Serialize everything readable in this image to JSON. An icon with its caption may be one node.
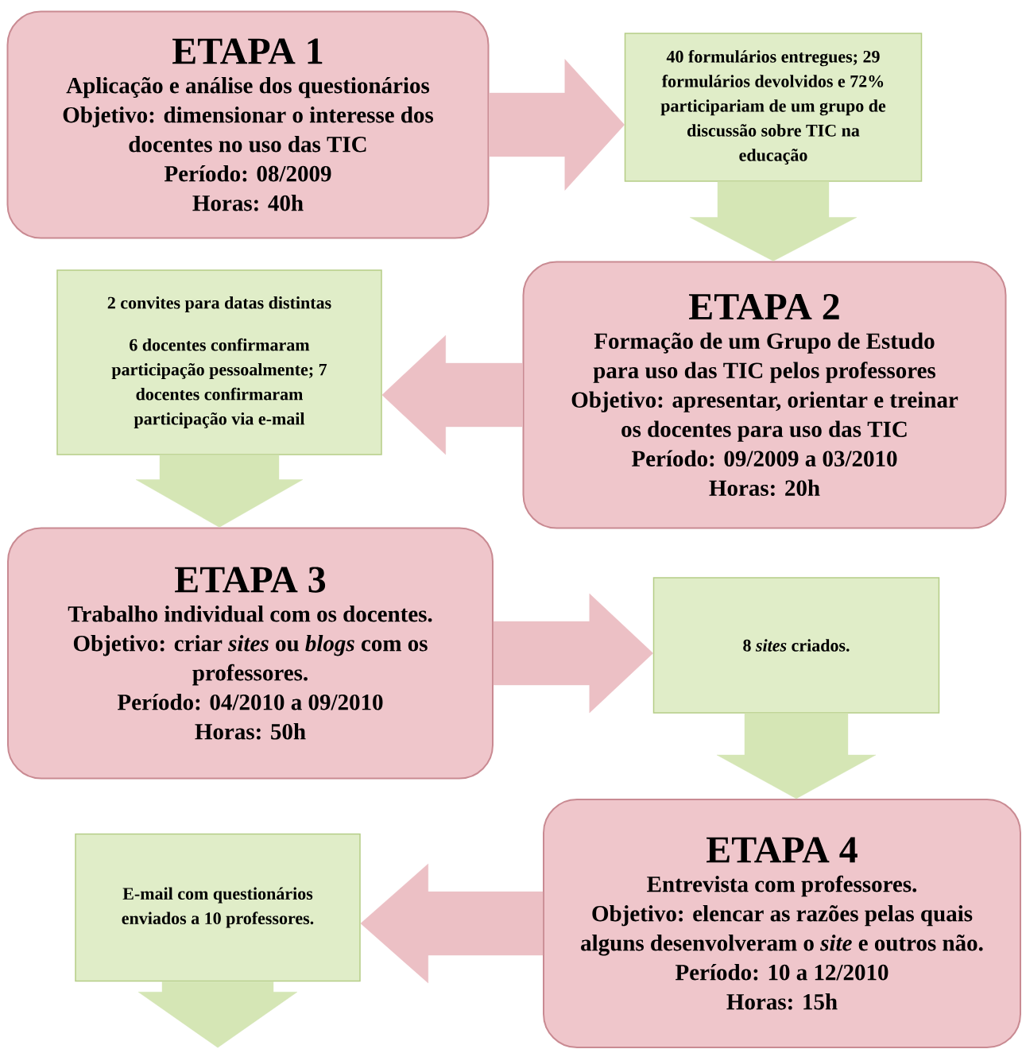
{
  "diagram": {
    "nodes": [
      {
        "text": [
          "ETAPA 1",
          "Aplicação e análise dos questionários",
          "Objetivo: dimensionar o interesse dos docentes no uso das TIC",
          "Período: 08/2009",
          "Horas: 40h"
        ]
      },
      {
        "text": [
          "40 formulários entregues; 29 formulários devolvidos e 72% participariam de um grupo de discussão sobre TIC na educação"
        ]
      },
      {
        "text": [
          "ETAPA 2",
          "Formação de um Grupo de Estudo para uso das TIC pelos professores",
          "Objetivo: apresentar, orientar e treinar os docentes para uso das TIC",
          "Período: 09/2009 a 03/2010",
          "Horas: 20h"
        ]
      },
      {
        "text": [
          "2 convites para datas distintas",
          "6 docentes confirmaram participação pessoalmente; 7 docentes confirmaram participação via e-mail"
        ]
      },
      {
        "text": [
          "ETAPA 3",
          "Trabalho individual com os docentes.",
          "Objetivo: criar *sites* ou *blogs* com os professores.",
          "Período:  04/2010 a 09/2010",
          "Horas: 50h"
        ]
      },
      {
        "text": [
          "8 *sites* criados."
        ]
      },
      {
        "text": [
          "ETAPA 4",
          "Entrevista com professores.",
          "Objetivo: elencar as razões pelas quais alguns desenvolveram o *site* e outros não.",
          "Período: 10 a 12/2010",
          "Horas: 15h"
        ]
      },
      {
        "text": [
          "E-mail com questionários enviados a 10 professores."
        ]
      }
    ],
    "edges": [
      {
        "from": 0,
        "to": 1,
        "arrow": "to",
        "color": "#ecc0c5"
      },
      {
        "from": 1,
        "to": 2,
        "arrow": "to",
        "color": "#d5e6b5"
      },
      {
        "from": 2,
        "to": 3,
        "arrow": "to",
        "color": "#ecc0c5"
      },
      {
        "from": 3,
        "to": 4,
        "arrow": "to",
        "color": "#d5e6b5"
      },
      {
        "from": 4,
        "to": 5,
        "arrow": "to",
        "color": "#ecc0c5"
      },
      {
        "from": 5,
        "to": 6,
        "arrow": "to",
        "color": "#d5e6b5"
      },
      {
        "from": 6,
        "to": 7,
        "arrow": "to",
        "color": "#ecc0c5"
      },
      {
        "from": 7,
        "to": null,
        "arrow": "to",
        "color": "#d5e6b5"
      }
    ]
  }
}
